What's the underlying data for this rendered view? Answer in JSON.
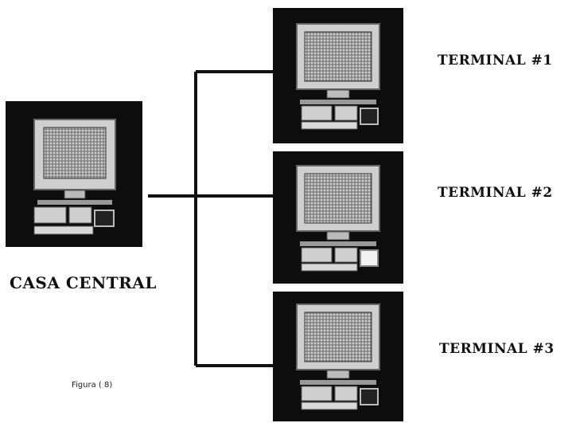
{
  "diagram": {
    "central": {
      "label": "CASA CENTRAL",
      "icon": "computer-icon"
    },
    "terminals": [
      {
        "label": "TERMINAL #1",
        "icon": "computer-icon"
      },
      {
        "label": "TERMINAL #2",
        "icon": "computer-icon"
      },
      {
        "label": "TERMINAL #3",
        "icon": "computer-icon"
      }
    ],
    "caption": "Figura ( 8)",
    "colors": {
      "box": "#0d0d0d",
      "line": "#111111",
      "screen": "#bdbdbd"
    }
  }
}
